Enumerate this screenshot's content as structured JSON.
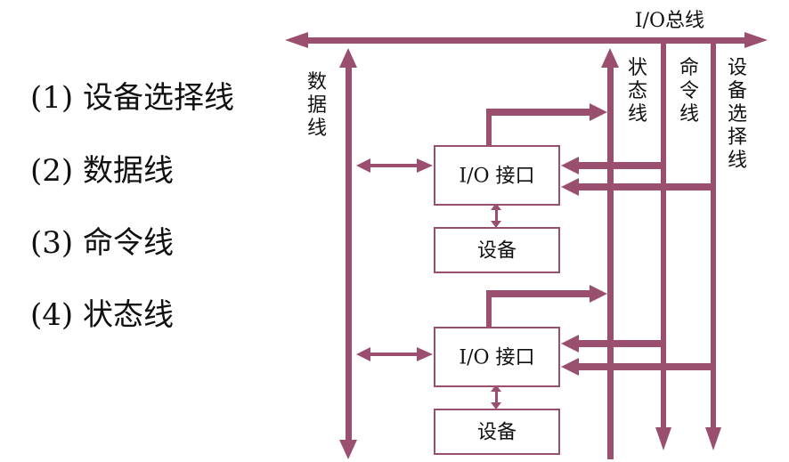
{
  "list": {
    "items": [
      "(1) 设备选择线",
      "(2) 数据线",
      "(3) 命令线",
      "(4) 状态线"
    ]
  },
  "diagram": {
    "bus_title": "I/O总线",
    "data_line_label": "数据线",
    "status_line_label": "状态线",
    "command_line_label": "命令线",
    "device_select_line_label": "设备选择线",
    "interface_label": "I/O 接口",
    "device_label": "设备"
  },
  "colors": {
    "line": "#9b4f6f",
    "box_border": "#9b4f6f",
    "text": "#111111"
  }
}
